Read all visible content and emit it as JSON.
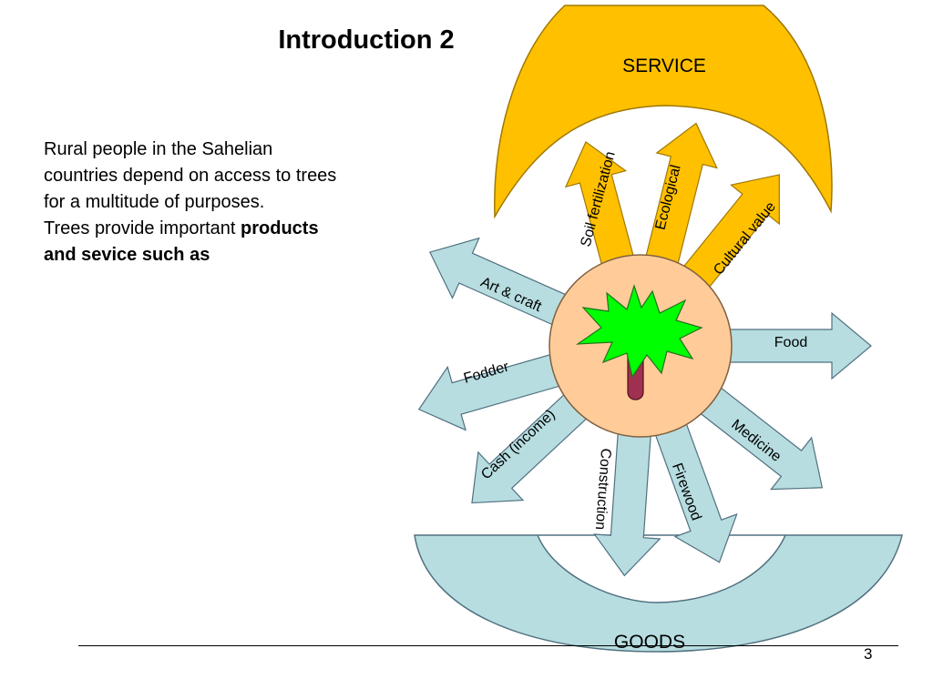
{
  "title": "Introduction 2",
  "body": {
    "line1": "Rural people in the Sahelian",
    "line2": "countries depend on  access to trees",
    "line3": "for a multitude of purposes.",
    "line4_prefix": "Trees provide important ",
    "line4_bold": "products",
    "line5_bold": "and sevice such as"
  },
  "diagram": {
    "service_label": "SERVICE",
    "goods_label": "GOODS",
    "service_arrows": [
      "Soil fertilization",
      "Ecological",
      "Cultural value"
    ],
    "goods_arrows": [
      "Art & craft",
      "Fodder",
      "Cash (income)",
      "Construction",
      "Firewood",
      "Medicine",
      "Food"
    ],
    "colors": {
      "service": "#FFC000",
      "goods": "#B7DDE0",
      "center": "#FFCC99",
      "tree_crown": "#00FF00",
      "tree_trunk": "#A03050"
    }
  },
  "page_number": "3"
}
